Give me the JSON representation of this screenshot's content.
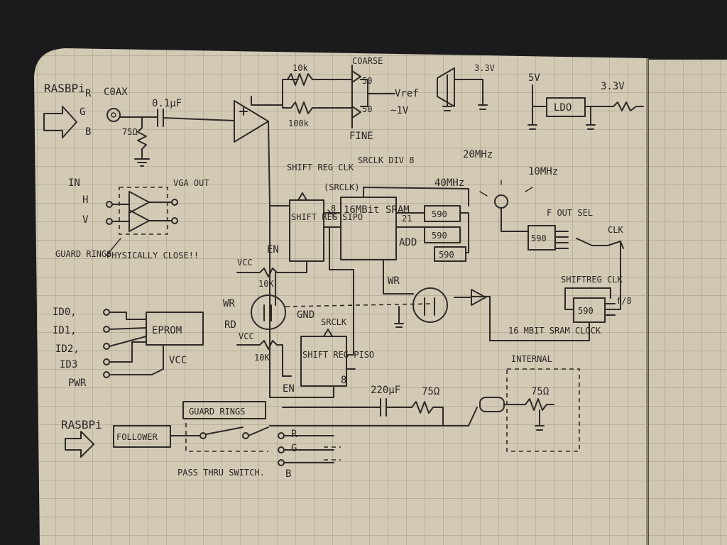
{
  "sheet": {
    "paper_color": "#d2cab5",
    "grid_color": "#9c9580",
    "ink_color": "#2e2a26"
  },
  "labels": {
    "raspi_top": "RASBPi",
    "r": "R",
    "g": "G",
    "b": "B",
    "coax": "C0AX",
    "cap_small": "0.1µF",
    "r75_in": "75Ω",
    "r10k": "10k",
    "r100k": "100k",
    "coarse": "COARSE",
    "pot50a": "50",
    "pot50b": "50",
    "vref": "Vref",
    "approx1v": "~1V",
    "fine": "FINE",
    "v33_a": "3.3V",
    "v5": "5V",
    "ldo": "LDO",
    "v33_b": "3.3V",
    "in": "IN",
    "h": "H",
    "v": "V",
    "vga_out": "VGA OUT",
    "guard_rings_left": "GUARD RINGS",
    "physically_close": "PHYSICALLY CLOSE!!",
    "shift_reg_clk": "SHIFT REG CLK",
    "srclk_paren": "(SRCLK)",
    "srclk_div8": "SRCLK DIV 8",
    "sipo_chip": "SHIFT REG SIPO",
    "bus8_a": "8",
    "sram_chip": "16MBit SRAM",
    "addr_21": "21",
    "addr": "ADD",
    "c590_a": "590",
    "c590_b": "590",
    "c590_c": "590",
    "f40": "40MHz",
    "f20": "20MHz",
    "f10": "10MHz",
    "fout_sel": "F OUT SEL",
    "c590_sel": "590",
    "clk": "CLK",
    "shiftreg_clk": "SHIFTREG CLK",
    "c590_div": "590",
    "f8": "f/8",
    "sram_clock_note": "16 MBIT SRAM CLOCK",
    "en_a": "EN",
    "vcc_a": "VCC",
    "r10k_a": "10K",
    "wr_sw": "WR",
    "rd_sw": "RD",
    "gnd": "GND",
    "wr_bar": "WR",
    "vcc_b": "VCC",
    "r10k_b": "10K",
    "srclk_b": "SRCLK",
    "piso_chip": "SHIFT REG PISO",
    "bus8_b": "8",
    "en_b": "EN",
    "id0": "ID0,",
    "id1": "ID1,",
    "id2": "ID2,",
    "id3": "ID3",
    "pwr": "PWR",
    "eprom": "EPROM",
    "vcc_c": "VCC",
    "cap_out": "220µF",
    "r75_out": "75Ω",
    "internal": "INTERNAL",
    "r75_int": "75Ω",
    "raspi_bottom": "RASBPi",
    "follower": "FOLLOWER",
    "guard_rings_bottom": "GUARD RINGS",
    "pass_thru": "PASS THRU SWITCH.",
    "r_out": "R",
    "g_out": "G",
    "b_out": "B"
  }
}
